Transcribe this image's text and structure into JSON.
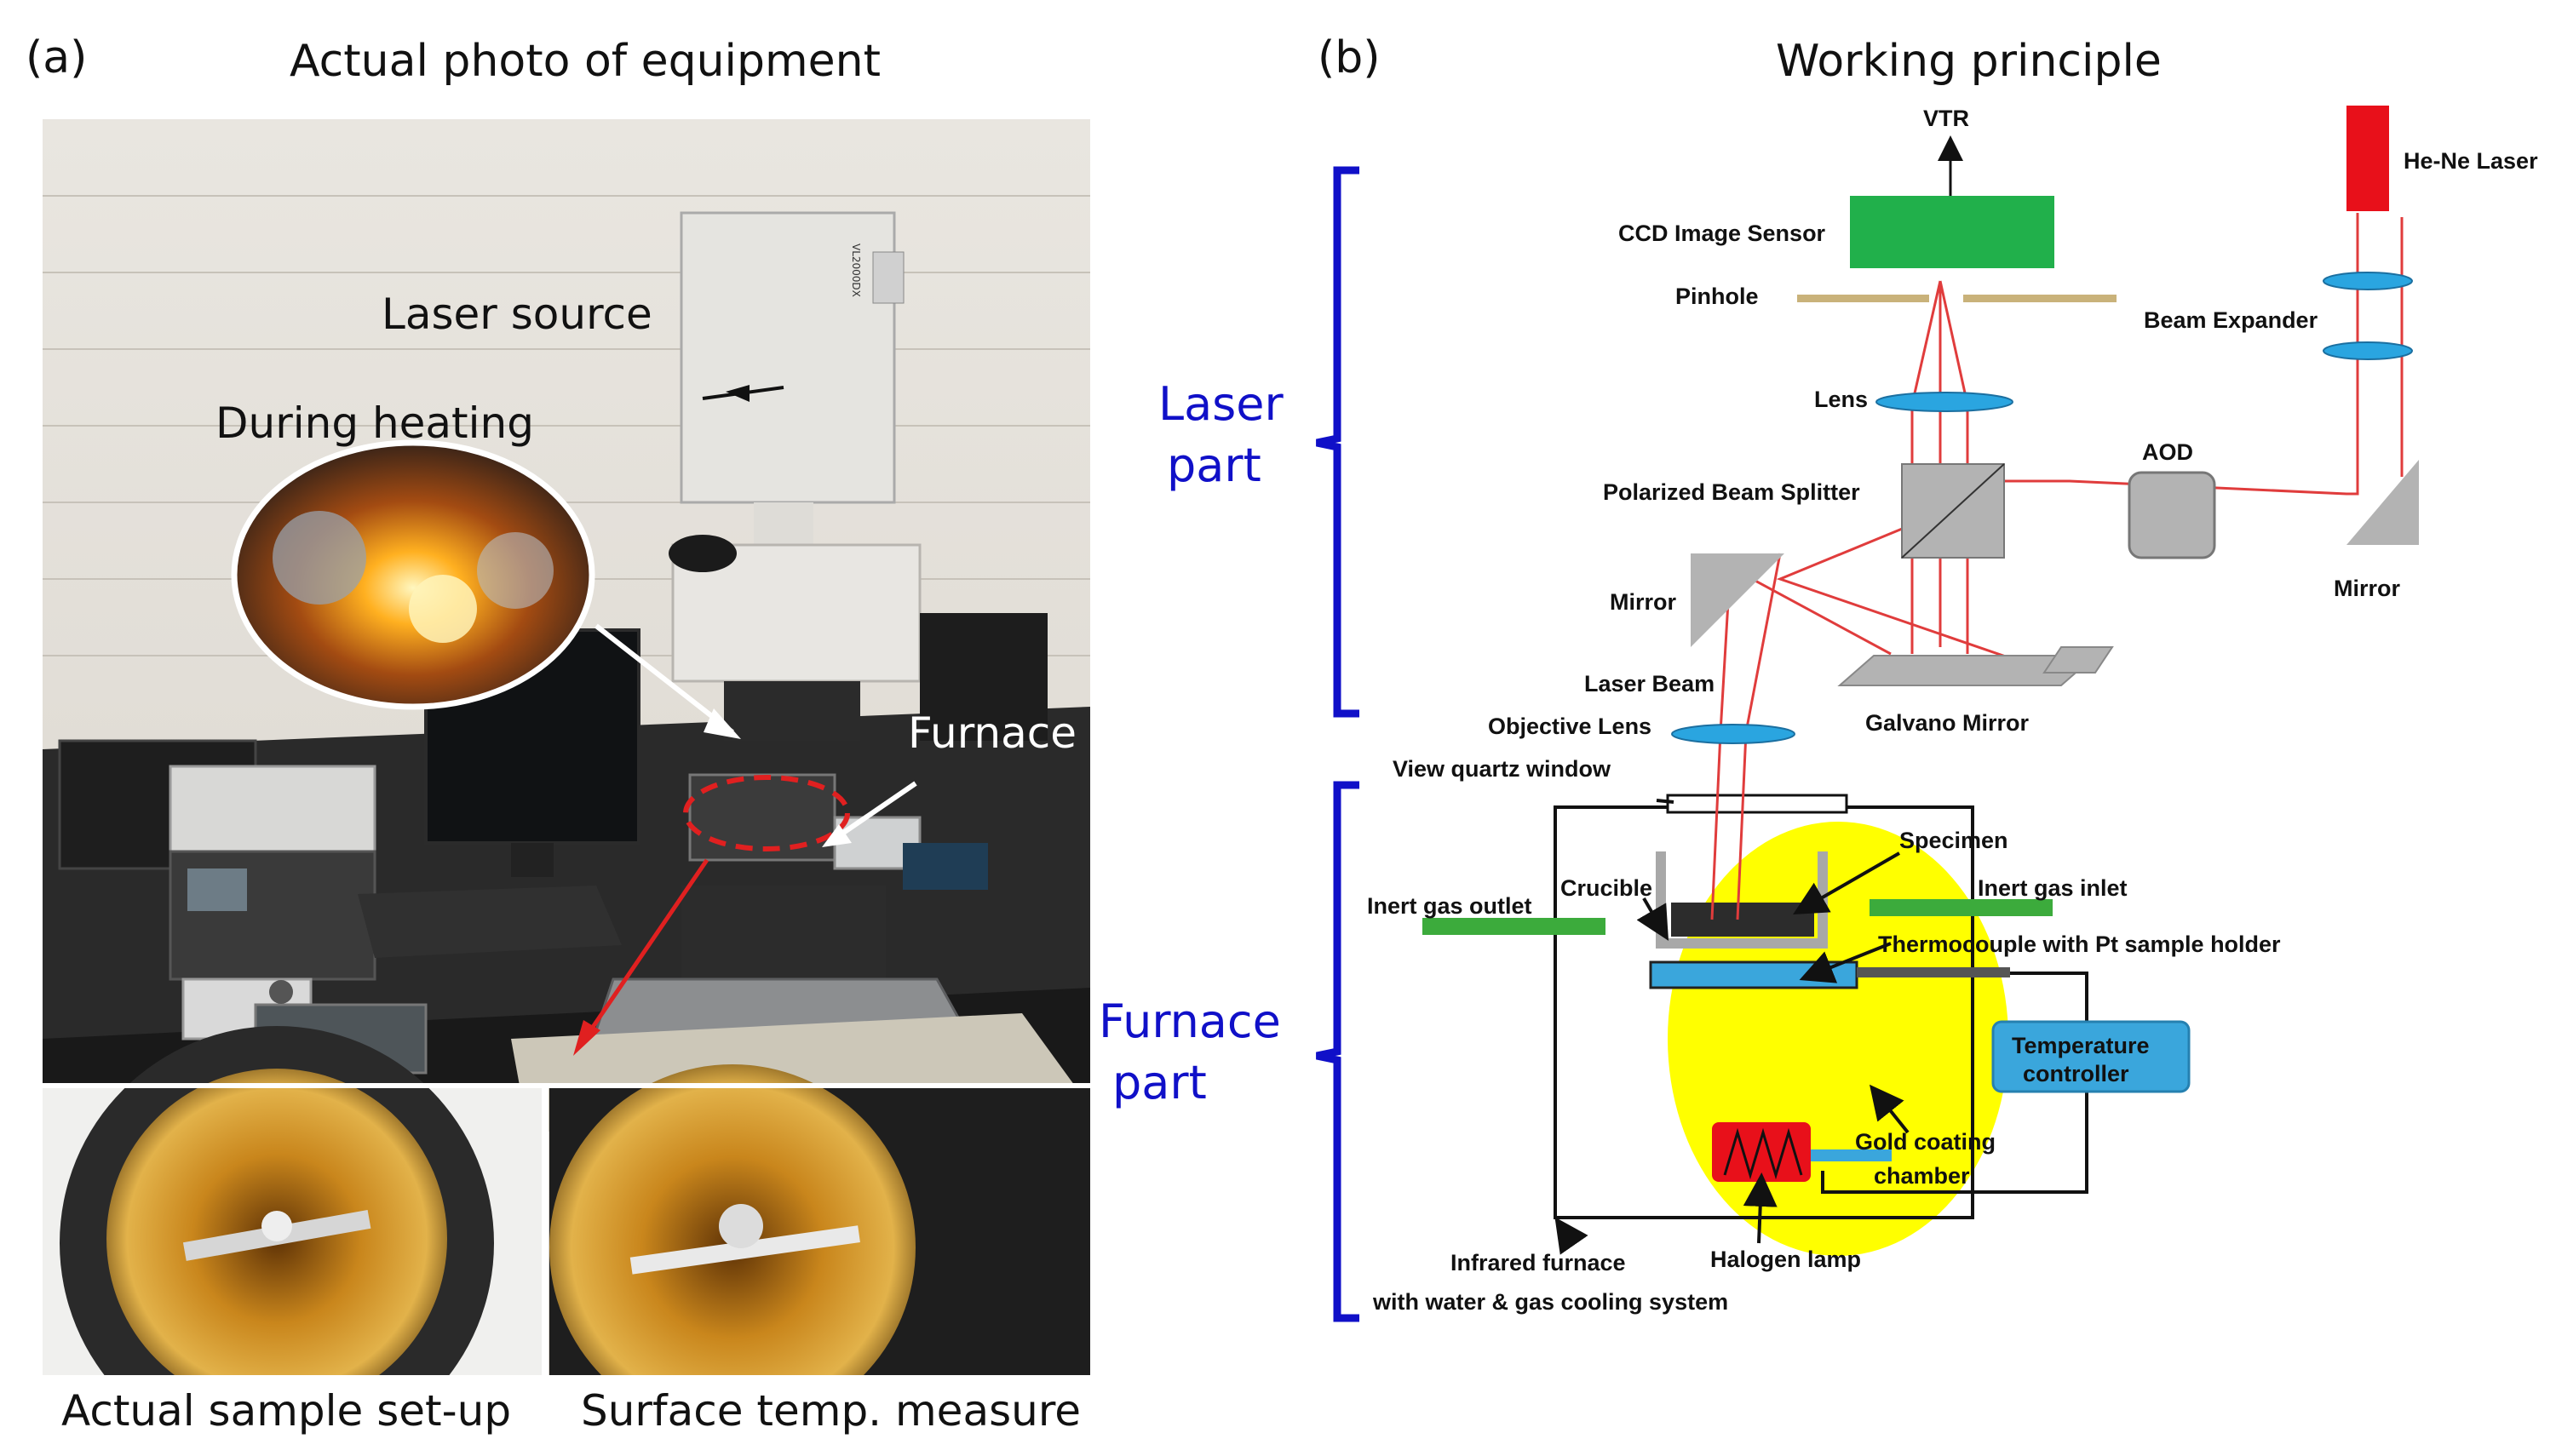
{
  "panel_a": {
    "letter": "(a)",
    "title": "Actual photo of equipment",
    "labels": {
      "laser_source": "Laser source",
      "during_heating": "During heating",
      "furnace": "Furnace",
      "model_plate": "VL2000DX"
    },
    "captions": {
      "sample_setup": "Actual sample set-up",
      "surface_temp": "Surface temp. measure"
    }
  },
  "panel_b": {
    "letter": "(b)",
    "title": "Working principle",
    "groups": {
      "laser_line1": "Laser",
      "laser_line2": "part",
      "furnace_line1": "Furnace",
      "furnace_line2": "part"
    },
    "components": {
      "vtr": "VTR",
      "he_ne": "He-Ne Laser",
      "ccd": "CCD Image Sensor",
      "pinhole": "Pinhole",
      "beam_expander": "Beam Expander",
      "lens": "Lens",
      "aod": "AOD",
      "pbs": "Polarized Beam Splitter",
      "mirror_left": "Mirror",
      "mirror_right": "Mirror",
      "laser_beam": "Laser Beam",
      "objective": "Objective Lens",
      "galvano": "Galvano Mirror",
      "window": "View quartz window",
      "specimen": "Specimen",
      "crucible": "Crucible",
      "gas_outlet": "Inert gas outlet",
      "gas_inlet": "Inert gas inlet",
      "thermocouple": "Thermocouple with Pt sample holder",
      "temp_ctrl_1": "Temperature",
      "temp_ctrl_2": "controller",
      "gold_1": "Gold coating",
      "gold_2": "chamber",
      "halogen": "Halogen lamp",
      "ir_1": "Infrared furnace",
      "ir_2": "with water & gas  cooling system"
    }
  },
  "colors": {
    "beam": "#e03c3c",
    "laser_red": "#e8101a",
    "ccd_green": "#21b04b",
    "lens_blue": "#2aa5e0",
    "furnace_yellow": "#ffff00",
    "bracket_blue": "#1010c8",
    "controller_blue": "#3aa6dc",
    "pipe_green": "#3cab3c",
    "pinhole_tan": "#c9b27a",
    "optic_gray": "#b3b3b3"
  }
}
